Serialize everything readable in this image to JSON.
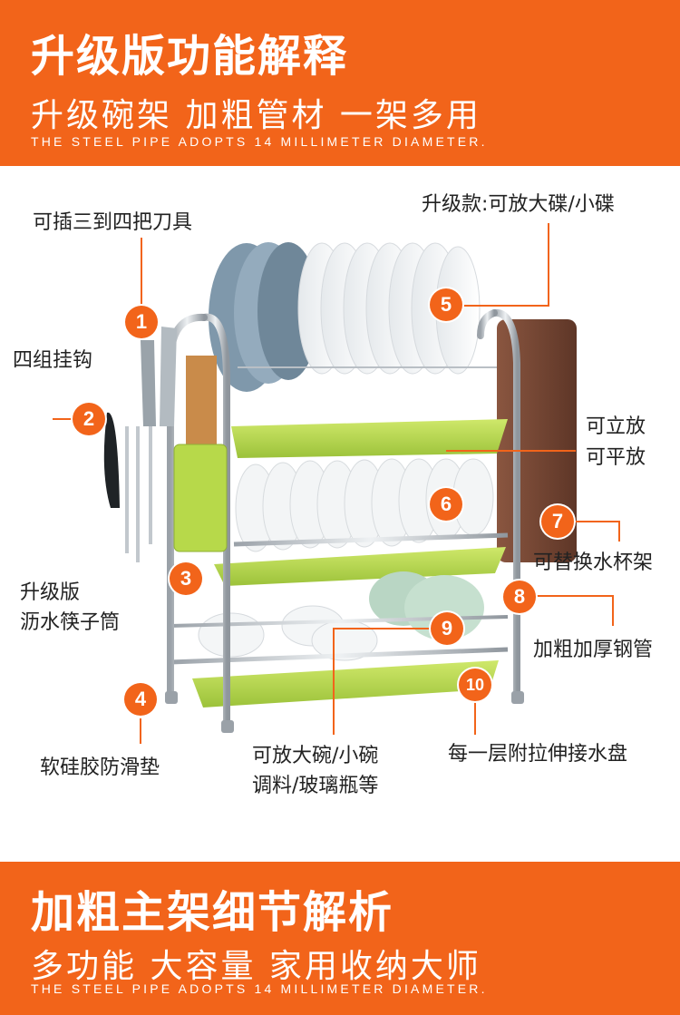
{
  "header": {
    "title": "升级版功能解释",
    "subtitle": "升级碗架  加粗管材  一架多用",
    "english": "THE STEEL PIPE ADOPTS 14 MILLIMETER DIAMETER."
  },
  "callouts": {
    "c1": "可插三到四把刀具",
    "c2": "四组挂钩",
    "c3_line1": "升级版",
    "c3_line2": "沥水筷子筒",
    "c4": "软硅胶防滑垫",
    "c5": "升级款:可放大碟/小碟",
    "c7_line1": "可立放",
    "c7_line2": "可平放",
    "c7_line3": "可替换水杯架",
    "c8": "加粗加厚钢管",
    "c9_line1": "可放大碗/小碗",
    "c9_line2": "调料/玻璃瓶等",
    "c10": "每一层附拉伸接水盘"
  },
  "badges": [
    "1",
    "2",
    "3",
    "4",
    "5",
    "6",
    "7",
    "8",
    "9",
    "10"
  ],
  "footer": {
    "title": "加粗主架细节解析",
    "subtitle": "多功能  大容量  家用收纳大师",
    "english": "THE STEEL PIPE ADOPTS 14 MILLIMETER DIAMETER."
  },
  "colors": {
    "accent": "#f2641a",
    "tray_green": "#b7d94a",
    "steel": "#c9ced3",
    "board": "#7a4a36"
  }
}
